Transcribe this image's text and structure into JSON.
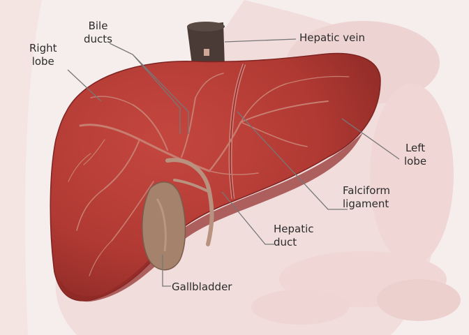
{
  "labels": {
    "bile_ducts": [
      "Bile",
      "ducts"
    ],
    "right_lobe": [
      "Right",
      "lobe"
    ],
    "hepatic_vein": "Hepatic vein",
    "left_lobe": [
      "Left",
      "lobe"
    ],
    "falciform_ligament": [
      "Falciform",
      "ligament"
    ],
    "hepatic_duct": [
      "Hepatic",
      "duct"
    ],
    "gallbladder": "Gallbladder"
  },
  "colors": {
    "background": "#f6eeec",
    "body_silhouette": "#efd6d4",
    "liver": "#b23a34",
    "liver_shadow": "#8e2a26",
    "vessel": "#c77d70",
    "duct": "#b8917f",
    "gallbladder": "#a4826c",
    "hepatic_vein": "#4a3b36",
    "leader_line": "#777777"
  }
}
